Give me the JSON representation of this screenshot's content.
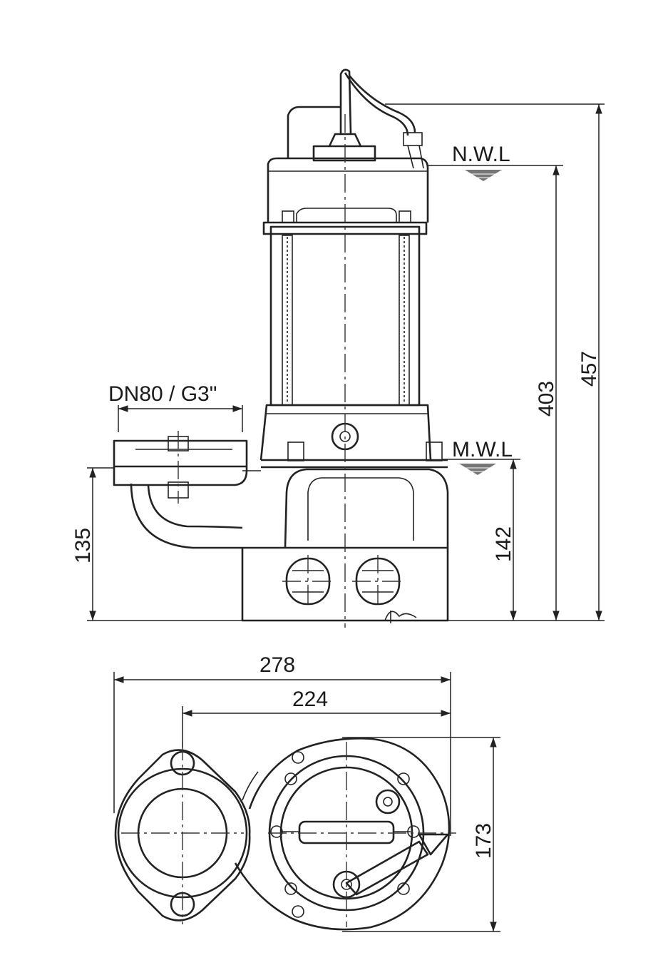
{
  "side_view": {
    "outlet_label": "DN80 / G3\"",
    "nwl_label": "N.W.L",
    "mwl_label": "M.W.L",
    "dim_outlet_height": "135",
    "dim_mwl_height": "142",
    "dim_nwl_height": "403",
    "dim_total_height": "457"
  },
  "plan_view": {
    "dim_total_width": "278",
    "dim_center_width": "224",
    "dim_depth": "173"
  }
}
